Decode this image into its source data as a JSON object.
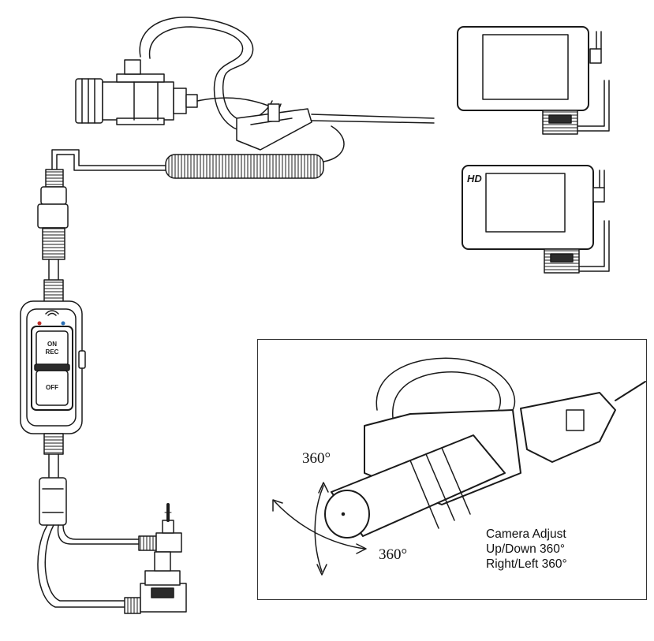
{
  "control_box": {
    "on_label": "ON",
    "rec_label": "REC",
    "off_label": "OFF"
  },
  "monitor_hd": {
    "badge": "HD"
  },
  "inset": {
    "rotation_vertical": "360°",
    "rotation_horizontal": "360°",
    "caption": {
      "line1": "Camera Adjust",
      "line2": "Up/Down 360°",
      "line3": "Right/Left 360°"
    }
  },
  "colors": {
    "line": "#1a1a1a",
    "fill_light": "#ffffff",
    "fill_dark": "#2b2b2b",
    "grey_top": "#cfcfcf",
    "led_red": "#c0302a",
    "led_blue": "#2a6fb5"
  }
}
